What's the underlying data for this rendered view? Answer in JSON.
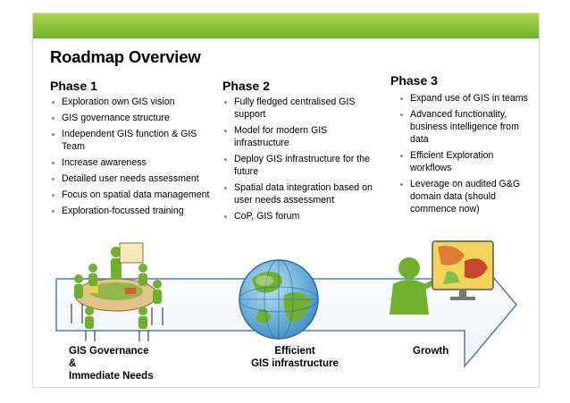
{
  "title": "Roadmap Overview",
  "phases": [
    {
      "name": "Phase 1",
      "items": [
        "Exploration own GIS vision",
        "GIS governance structure",
        "Independent GIS function & GIS Team",
        "Increase awareness",
        "Detailed user needs assessment",
        "Focus on spatial data management",
        "Exploration-focussed training"
      ]
    },
    {
      "name": "Phase 2",
      "items": [
        "Fully fledged centralised GIS support",
        "Model for modern GIS infrastructure",
        "Deploy GIS infrastructure for the future",
        "Spatial data integration based on user needs assessment",
        "CoP, GIS forum"
      ]
    },
    {
      "name": "Phase 3",
      "items": [
        "Expand use of GIS in teams",
        "Advanced functionality, business intelligence from data",
        "Efficient Exploration workflows",
        "Leverage on audited G&G domain data (should commence now)"
      ]
    }
  ],
  "stages": [
    {
      "line1": "GIS Governance",
      "line2": "&",
      "line3": "Immediate Needs"
    },
    {
      "line1": "Efficient",
      "line2": "GIS infrastructure"
    },
    {
      "line1": "Growth"
    }
  ],
  "colors": {
    "accent_green": "#6fb02d",
    "arrow_outline": "#4a7fb0",
    "bullet": "#6b8fcf"
  },
  "icons": [
    "meeting-table-figures-icon",
    "globe-icon",
    "person-with-map-screen-icon"
  ]
}
